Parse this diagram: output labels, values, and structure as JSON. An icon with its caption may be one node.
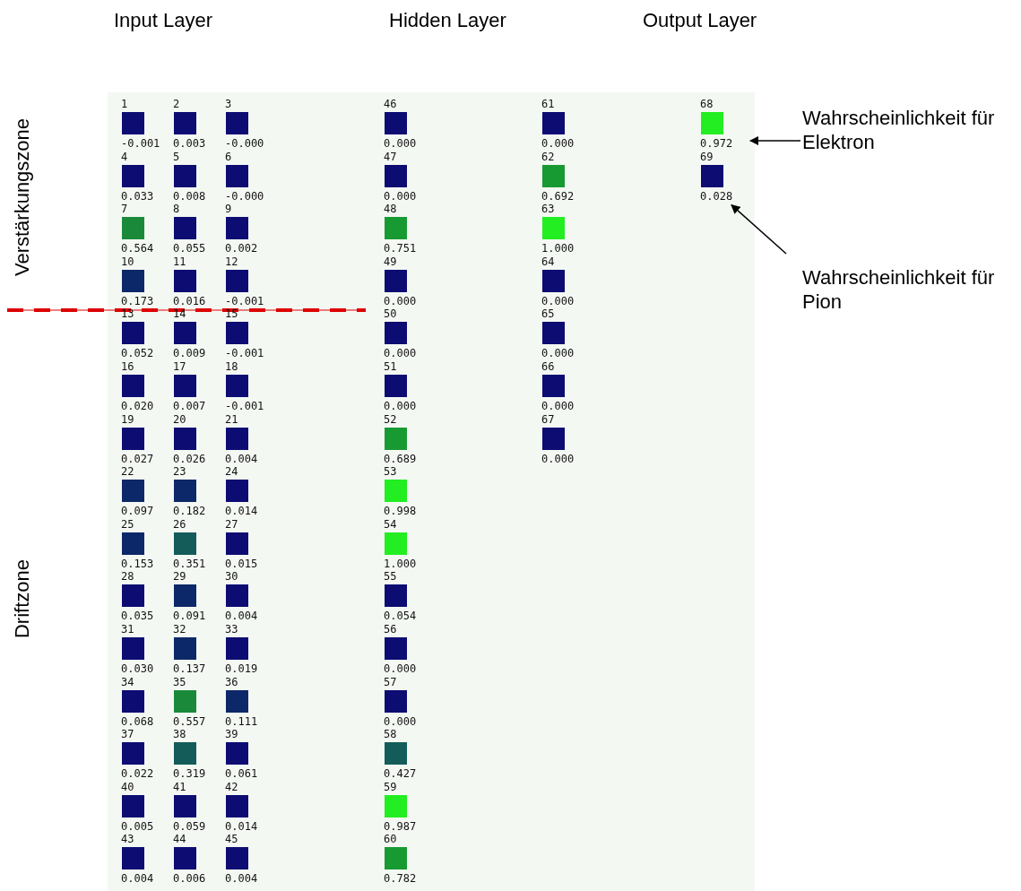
{
  "diagram": {
    "nodes": [
      {
        "text": [
          "1",
          "-0.001"
        ]
      },
      {
        "text": [
          "2",
          "0.003"
        ]
      },
      {
        "text": [
          "3",
          "-0.000"
        ]
      },
      {
        "text": [
          "4",
          "0.033"
        ]
      },
      {
        "text": [
          "5",
          "0.008"
        ]
      },
      {
        "text": [
          "6",
          "-0.000"
        ]
      },
      {
        "text": [
          "7",
          "0.564"
        ]
      },
      {
        "text": [
          "8",
          "0.055"
        ]
      },
      {
        "text": [
          "9",
          "0.002"
        ]
      },
      {
        "text": [
          "10",
          "0.173"
        ]
      },
      {
        "text": [
          "11",
          "0.016"
        ]
      },
      {
        "text": [
          "12",
          "-0.001"
        ]
      },
      {
        "text": [
          "13",
          "0.052"
        ]
      },
      {
        "text": [
          "14",
          "0.009"
        ]
      },
      {
        "text": [
          "15",
          "-0.001"
        ]
      },
      {
        "text": [
          "16",
          "0.020"
        ]
      },
      {
        "text": [
          "17",
          "0.007"
        ]
      },
      {
        "text": [
          "18",
          "-0.001"
        ]
      },
      {
        "text": [
          "19",
          "0.027"
        ]
      },
      {
        "text": [
          "20",
          "0.026"
        ]
      },
      {
        "text": [
          "21",
          "0.004"
        ]
      },
      {
        "text": [
          "22",
          "0.097"
        ]
      },
      {
        "text": [
          "23",
          "0.182"
        ]
      },
      {
        "text": [
          "24",
          "0.014"
        ]
      },
      {
        "text": [
          "25",
          "0.153"
        ]
      },
      {
        "text": [
          "26",
          "0.351"
        ]
      },
      {
        "text": [
          "27",
          "0.015"
        ]
      },
      {
        "text": [
          "28",
          "0.035"
        ]
      },
      {
        "text": [
          "29",
          "0.091"
        ]
      },
      {
        "text": [
          "30",
          "0.004"
        ]
      },
      {
        "text": [
          "31",
          "0.030"
        ]
      },
      {
        "text": [
          "32",
          "0.137"
        ]
      },
      {
        "text": [
          "33",
          "0.019"
        ]
      },
      {
        "text": [
          "34",
          "0.068"
        ]
      },
      {
        "text": [
          "35",
          "0.557"
        ]
      },
      {
        "text": [
          "36",
          "0.111"
        ]
      },
      {
        "text": [
          "37",
          "0.022"
        ]
      },
      {
        "text": [
          "38",
          "0.319"
        ]
      },
      {
        "text": [
          "39",
          "0.061"
        ]
      },
      {
        "text": [
          "40",
          "0.005"
        ]
      },
      {
        "text": [
          "41",
          "0.059"
        ]
      },
      {
        "text": [
          "42",
          "0.014"
        ]
      },
      {
        "text": [
          "43",
          "0.004"
        ]
      },
      {
        "text": [
          "44",
          "0.006"
        ]
      },
      {
        "text": [
          "45",
          "0.004"
        ]
      },
      {
        "text": [
          "46",
          "0.000"
        ]
      },
      {
        "text": [
          "47",
          "0.000"
        ]
      },
      {
        "text": [
          "48",
          "0.751"
        ]
      },
      {
        "text": [
          "49",
          "0.000"
        ]
      },
      {
        "text": [
          "50",
          "0.000"
        ]
      },
      {
        "text": [
          "51",
          "0.000"
        ]
      },
      {
        "text": [
          "52",
          "0.689"
        ]
      },
      {
        "text": [
          "53",
          "0.998"
        ]
      },
      {
        "text": [
          "54",
          "1.000"
        ]
      },
      {
        "text": [
          "55",
          "0.054"
        ]
      },
      {
        "text": [
          "56",
          "0.000"
        ]
      },
      {
        "text": [
          "57",
          "0.000"
        ]
      },
      {
        "text": [
          "58",
          "0.427"
        ]
      },
      {
        "text": [
          "59",
          "0.987"
        ]
      },
      {
        "text": [
          "60",
          "0.782"
        ]
      },
      {
        "text": [
          "61",
          "0.000"
        ]
      },
      {
        "text": [
          "62",
          "0.692"
        ]
      },
      {
        "text": [
          "63",
          "1.000"
        ]
      },
      {
        "text": [
          "64",
          "0.000"
        ]
      },
      {
        "text": [
          "65",
          "0.000"
        ]
      },
      {
        "text": [
          "66",
          "0.000"
        ]
      },
      {
        "text": [
          "67",
          "0.000"
        ]
      },
      {
        "text": [
          "68",
          "0.972"
        ]
      },
      {
        "text": [
          "69",
          "0.028"
        ]
      },
      {
        "text": [
          "Wahrscheinlichkeit für Elektron"
        ]
      },
      {
        "text": [
          "Wahrscheinlichkeit für Pion"
        ]
      }
    ],
    "edges": [
      {
        "from": 69,
        "to": 67,
        "arrow": "to"
      },
      {
        "from": 70,
        "to": 68,
        "arrow": "to"
      }
    ],
    "labels": [
      "Input Layer",
      "Hidden Layer",
      "Output Layer",
      "Verstärkungszone",
      "Driftzone"
    ]
  }
}
